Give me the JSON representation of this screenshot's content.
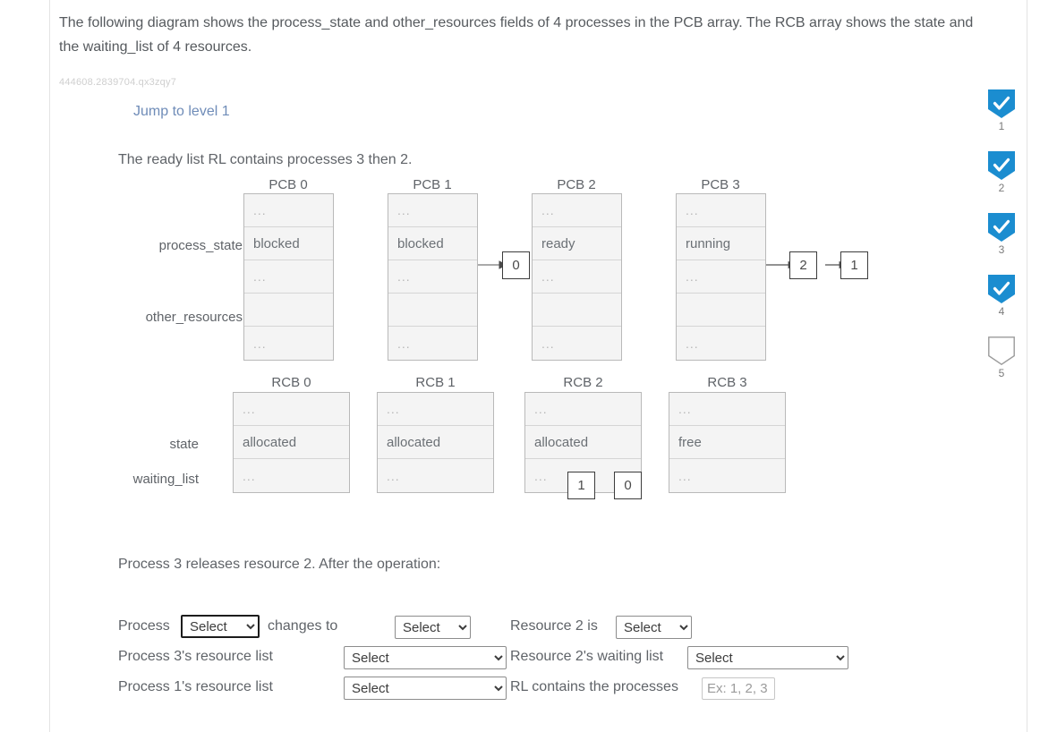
{
  "intro": {
    "text": "The following diagram shows the process_state and other_resources fields of 4 processes in the PCB array. The RCB array shows the state and the waiting_list of 4 resources."
  },
  "question_id": "444608.2839704.qx3zqy7",
  "jump_link": "Jump to level 1",
  "ready_list_text": "The ready list RL contains processes 3 then 2.",
  "operation_text": "Process 3 releases resource 2. After the operation:",
  "pcb": {
    "row_labels": {
      "process_state": "process_state",
      "other_resources": "other_resources"
    },
    "blocks": [
      {
        "title": "PCB 0",
        "cells": [
          "...",
          "blocked",
          "...",
          "",
          "..."
        ]
      },
      {
        "title": "PCB 1",
        "cells": [
          "...",
          "blocked",
          "...",
          "",
          "..."
        ]
      },
      {
        "title": "PCB 2",
        "cells": [
          "...",
          "ready",
          "...",
          "",
          "..."
        ]
      },
      {
        "title": "PCB 3",
        "cells": [
          "...",
          "running",
          "...",
          "",
          "..."
        ]
      }
    ],
    "pointers": {
      "pcb1_other_resources": [
        "0"
      ],
      "pcb3_other_resources": [
        "2",
        "1"
      ]
    }
  },
  "rcb": {
    "row_labels": {
      "state": "state",
      "waiting_list": "waiting_list"
    },
    "blocks": [
      {
        "title": "RCB 0",
        "cells": [
          "...",
          "allocated",
          "..."
        ]
      },
      {
        "title": "RCB 1",
        "cells": [
          "...",
          "allocated",
          "..."
        ]
      },
      {
        "title": "RCB 2",
        "cells": [
          "...",
          "allocated",
          "..."
        ]
      },
      {
        "title": "RCB 3",
        "cells": [
          "...",
          "free",
          "..."
        ]
      }
    ],
    "pointers": {
      "rcb2_waiting_list": [
        "1",
        "0"
      ]
    }
  },
  "form": {
    "process_label": "Process",
    "changes_to_label": "changes to",
    "process3_resource_list_label": "Process 3's resource list",
    "process1_resource_list_label": "Process 1's resource list",
    "resource2_is_label": "Resource 2 is",
    "resource2_waiting_list_label": "Resource 2's waiting list",
    "rl_contains_label": "RL contains the processes",
    "select_placeholder": "Select",
    "rl_input_placeholder": "Ex: 1, 2, 3"
  },
  "rail": {
    "items": [
      {
        "num": "1",
        "checked": true
      },
      {
        "num": "2",
        "checked": true
      },
      {
        "num": "3",
        "checked": true
      },
      {
        "num": "4",
        "checked": true
      },
      {
        "num": "5",
        "checked": false
      }
    ],
    "accent": "#1b8dd0"
  }
}
